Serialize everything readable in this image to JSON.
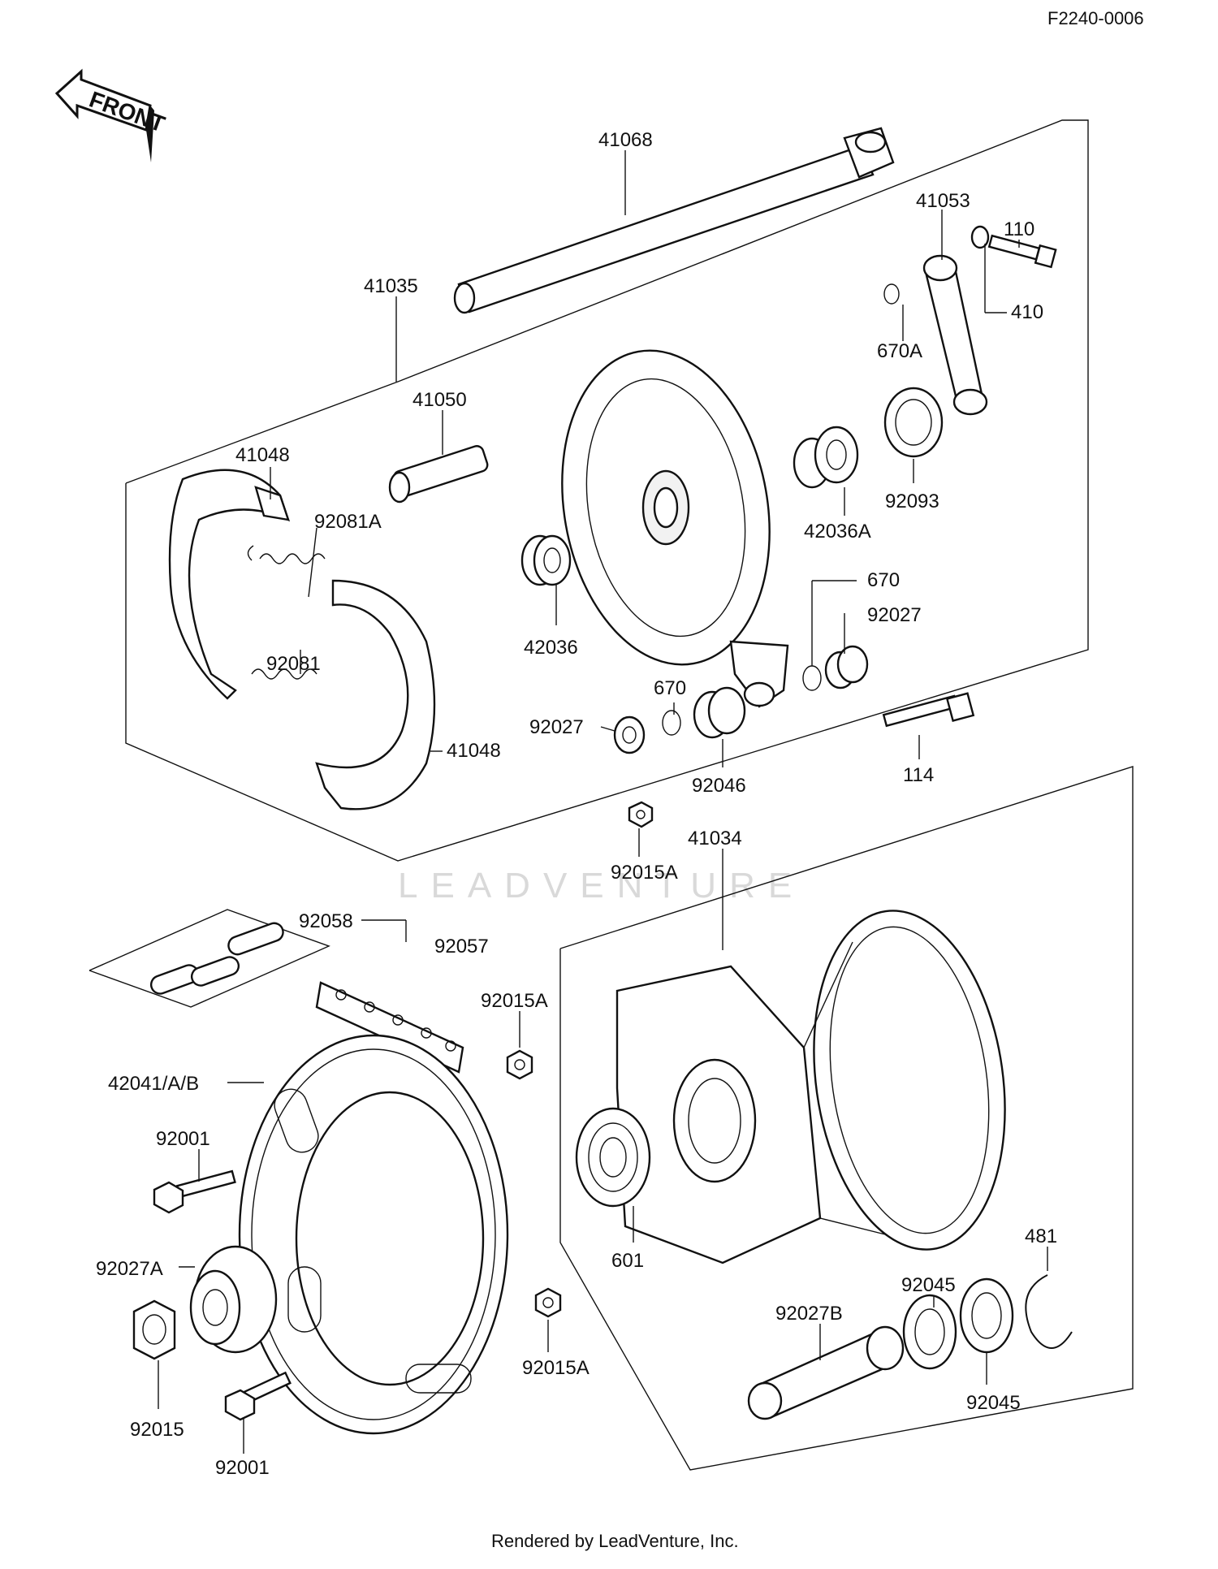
{
  "header": {
    "diagram_code": "F2240-0006"
  },
  "front_arrow": {
    "label": "FRONT"
  },
  "watermark": {
    "text": "LEADVENTURE"
  },
  "footer": {
    "rendered_by": "Rendered by LeadVenture, Inc."
  },
  "parts": {
    "p41068": "41068",
    "p41053": "41053",
    "p110": "110",
    "p410": "410",
    "p41035": "41035",
    "p670A": "670A",
    "p41050": "41050",
    "p41048_top": "41048",
    "p92081A": "92081A",
    "p42036A": "42036A",
    "p92093": "92093",
    "p92081": "92081",
    "p42036": "42036",
    "p670_right": "670",
    "p92027_right": "92027",
    "p670_left": "670",
    "p92027_left": "92027",
    "p41048_bottom": "41048",
    "p92046": "92046",
    "p114": "114",
    "p41034": "41034",
    "p92015A_top": "92015A",
    "p92058": "92058",
    "p92057": "92057",
    "p92015A_mid": "92015A",
    "p42041": "42041/A/B",
    "p92001_top": "92001",
    "p601": "601",
    "p481": "481",
    "p92027A": "92027A",
    "p92045_top": "92045",
    "p92027B": "92027B",
    "p92015A_low": "92015A",
    "p92045_bottom": "92045",
    "p92015": "92015",
    "p92001_bottom": "92001"
  }
}
